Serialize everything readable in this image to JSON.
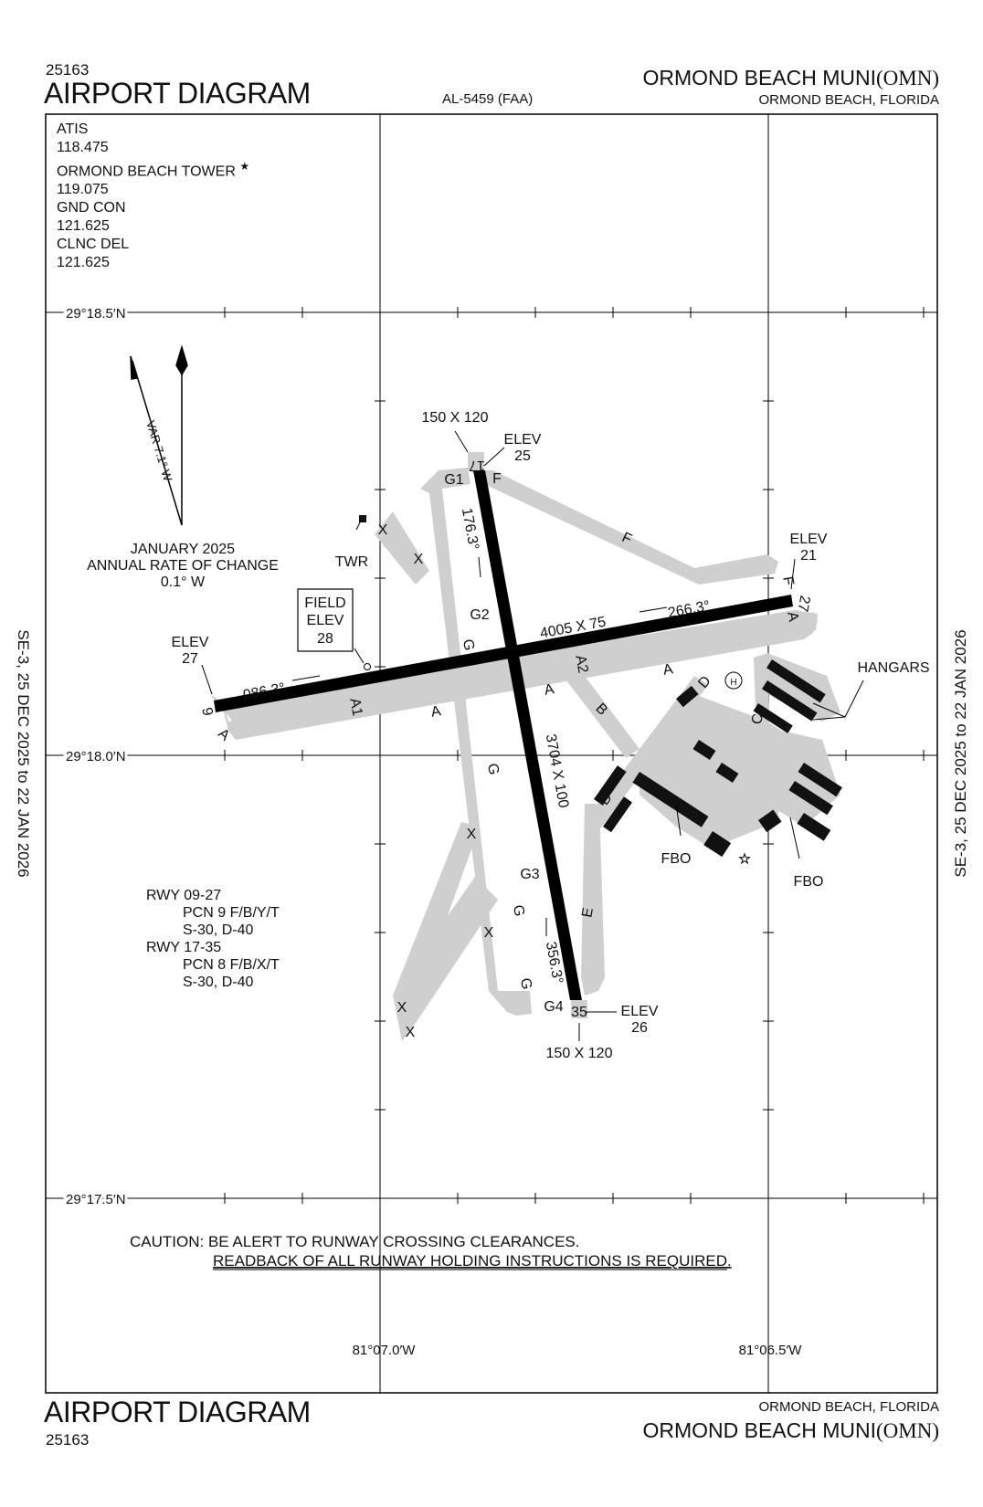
{
  "header": {
    "chart_number": "25163",
    "title": "AIRPORT DIAGRAM",
    "al_number": "AL-5459 (FAA)",
    "airport_name": "ORMOND BEACH MUNI",
    "airport_id": "(OMN)",
    "city_state": "ORMOND BEACH, FLORIDA"
  },
  "frequencies": [
    {
      "label": "ATIS",
      "value": "118.475"
    },
    {
      "label": "ORMOND BEACH TOWER",
      "value": "119.075",
      "star": "★"
    },
    {
      "label": "GND CON",
      "value": "121.625"
    },
    {
      "label": "CLNC DEL",
      "value": "121.625"
    }
  ],
  "side_dates": {
    "left": "SE-3,  25 DEC 2025  to  22 JAN 2026",
    "right": "SE-3,  25 DEC 2025  to  22 JAN 2026"
  },
  "latitudes": [
    "29°18.5′N",
    "29°18.0′N",
    "29°17.5′N"
  ],
  "longitudes": [
    "81°07.0′W",
    "81°06.5′W"
  ],
  "magnetic": {
    "variation": "VAR 7.1° W",
    "date": "JANUARY 2025",
    "rate_label": "ANNUAL RATE OF CHANGE",
    "rate": "0.1° W"
  },
  "field_elev": {
    "label1": "FIELD",
    "label2": "ELEV",
    "value": "28"
  },
  "runways": {
    "rwy_09_27": {
      "dims": "4005 X 75",
      "hdg_09": "086.3°",
      "hdg_27": "266.3°",
      "end_09": "9",
      "end_27": "27"
    },
    "rwy_17_35": {
      "dims": "3704 X 100",
      "hdg_17": "176.3°",
      "hdg_35": "356.3°",
      "end_17": "17",
      "end_35": "35"
    }
  },
  "elevations": {
    "elev_label": "ELEV",
    "rwy9": "27",
    "rwy17": "25",
    "rwy27": "21",
    "rwy35": "26"
  },
  "blast_pads": {
    "north": "150 X 120",
    "south": "150 X 120"
  },
  "taxiways": [
    "A",
    "A1",
    "A2",
    "B",
    "C",
    "D",
    "E",
    "F",
    "G",
    "G1",
    "G2",
    "G3",
    "G4",
    "X"
  ],
  "facility_labels": {
    "tower": "TWR",
    "hangars": "HANGARS",
    "fbo": "FBO",
    "heliport": "H"
  },
  "runway_info": [
    {
      "rwy": "RWY 09-27",
      "pcn": "PCN 9 F/B/Y/T",
      "weights": "S-30, D-40"
    },
    {
      "rwy": "RWY 17-35",
      "pcn": "PCN 8 F/B/X/T",
      "weights": "S-30, D-40"
    }
  ],
  "caution": {
    "line1": "CAUTION: BE ALERT TO RUNWAY CROSSING CLEARANCES.",
    "line2": "READBACK OF ALL RUNWAY HOLDING INSTRUCTIONS IS REQUIRED."
  },
  "colors": {
    "pavement": "#cfcfcf",
    "runway": "#000000",
    "frame": "#000000"
  }
}
